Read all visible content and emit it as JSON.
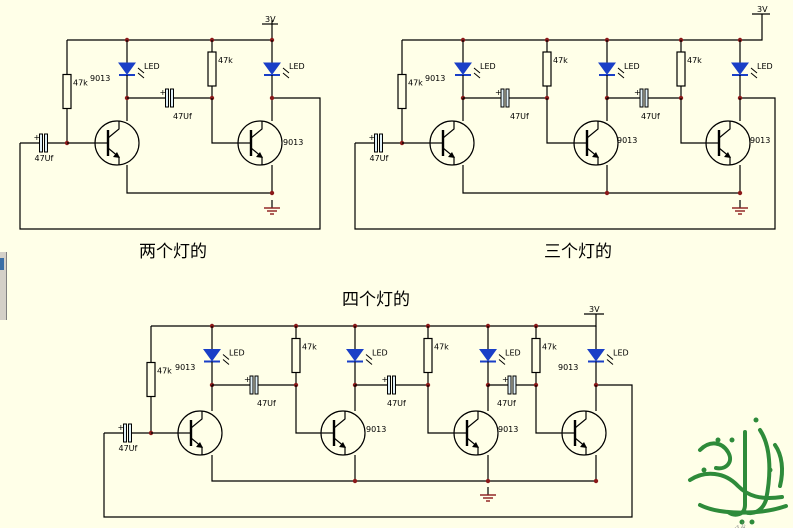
{
  "captions": {
    "two": "两个灯的",
    "three": "三个灯的",
    "four": "四个灯的"
  },
  "labels": {
    "supply": "3V",
    "resistor": "47k",
    "capacitor": "47Uf",
    "led": "LED",
    "transistor": "9013"
  },
  "watermark": {
    "text": "ثأري",
    "color": "#2e8b3a"
  },
  "colors": {
    "background": "#ffffe8",
    "led": "#1a3fc7",
    "junction": "#8b1a1a",
    "capacitor_fill": "#dff0f8"
  }
}
